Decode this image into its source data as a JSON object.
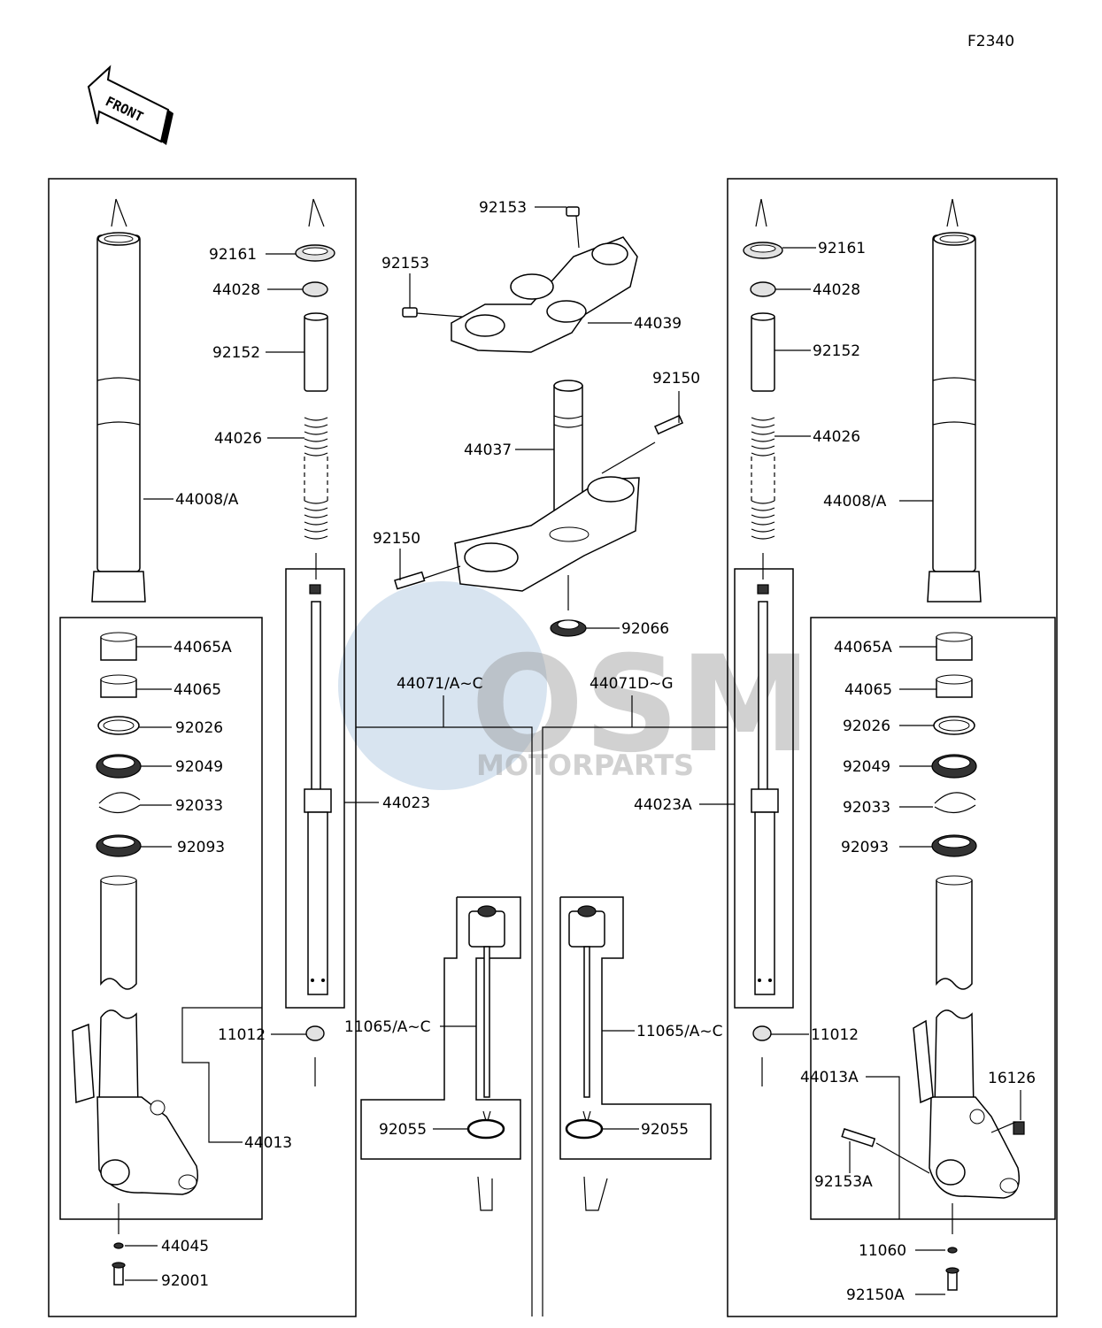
{
  "diagram_code": "F2340",
  "front_arrow": {
    "text": "FRONT",
    "icon": "front-direction-arrow-icon"
  },
  "watermark": {
    "logo": "OSM",
    "text": "MOTORPARTS"
  },
  "labels": {
    "p92161_l": "92161",
    "p44028_l": "44028",
    "p92152_l": "92152",
    "p44026_l": "44026",
    "p44008_l": "44008/A",
    "p44065A_l": "44065A",
    "p44065_l": "44065",
    "p92026_l": "92026",
    "p92049_l": "92049",
    "p92033_l": "92033",
    "p92093_l": "92093",
    "p44023": "44023",
    "p11012_l": "11012",
    "p44013": "44013",
    "p44045": "44045",
    "p92001": "92001",
    "p92153_a": "92153",
    "p92153_b": "92153",
    "p44039": "44039",
    "p44037": "44037",
    "p92150_a": "92150",
    "p92150_b": "92150",
    "p92066": "92066",
    "p44071_l": "44071/A~C",
    "p44071_r": "44071D~G",
    "p11065_l": "11065/A~C",
    "p11065_r": "11065/A~C",
    "p92055_l": "92055",
    "p92055_r": "92055",
    "p92161_r": "92161",
    "p44028_r": "44028",
    "p92152_r": "92152",
    "p44026_r": "44026",
    "p44008_r": "44008/A",
    "p44065A_r": "44065A",
    "p44065_r": "44065",
    "p92026_r": "92026",
    "p92049_r": "92049",
    "p92033_r": "92033",
    "p92093_r": "92093",
    "p44023A": "44023A",
    "p11012_r": "11012",
    "p44013A": "44013A",
    "p16126": "16126",
    "p92153A": "92153A",
    "p11060": "11060",
    "p92150A": "92150A"
  }
}
